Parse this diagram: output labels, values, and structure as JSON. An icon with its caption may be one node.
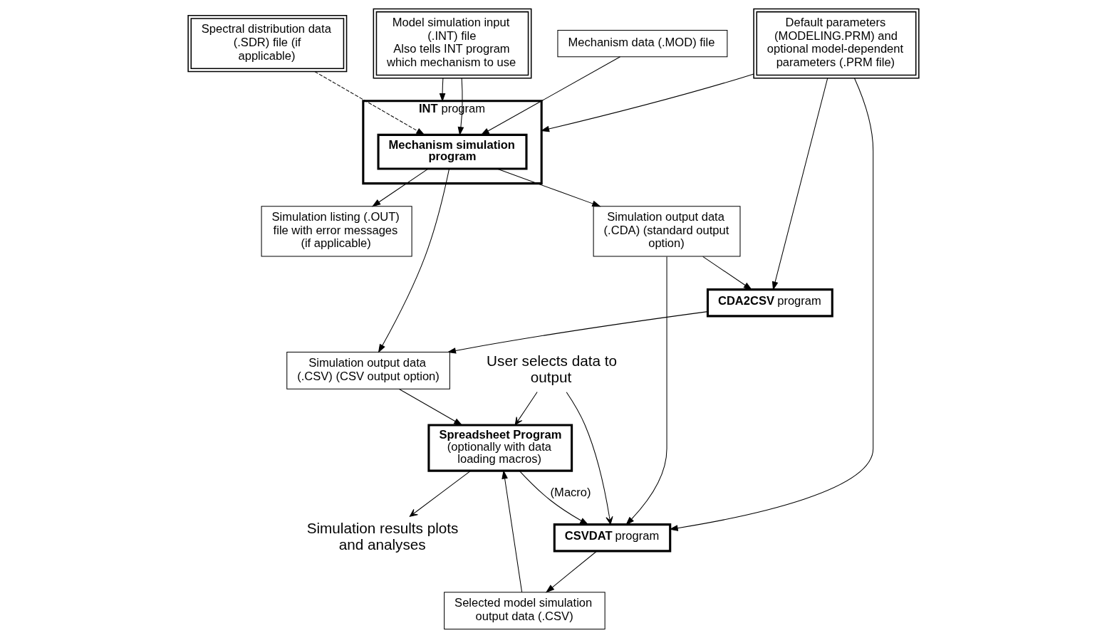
{
  "diagram": {
    "nodes": [
      {
        "text": [
          "Model simulation input (.INT) file",
          "Also tells INT program which mechanism to use"
        ]
      },
      {
        "text": [
          "**INT** program"
        ]
      },
      {
        "text": [
          "**Mechanism simulation program**"
        ],
        "in": 1
      },
      {
        "text": [
          "Mechanism data (.MOD) file"
        ]
      },
      {
        "text": [
          "Simulation listing (.OUT) file with error messages (if applicable)"
        ]
      },
      {
        "text": [
          "Spectral distribution data (.SDR) file (if applicable)"
        ]
      },
      {
        "text": [
          "Default parameters (MODELING.PRM) and optional model-dependent parameters (.PRM file)"
        ]
      },
      {
        "text": [
          "Simulation output data (.CDA) (standard output option)"
        ]
      },
      {
        "text": [
          "**CDA2CSV** program"
        ]
      },
      {
        "text": [
          "Simulation output data (.CSV) (CSV output option)"
        ]
      },
      {
        "text": [
          "User selects data to output"
        ]
      },
      {
        "text": [
          "**CSVDAT** program"
        ]
      },
      {
        "text": [
          "**Spreadsheet Program**",
          "(optionally with data loading macros)"
        ]
      },
      {
        "text": [
          "Selected model simulation output data (.CSV)"
        ]
      },
      {
        "text": [
          "Simulation results plots and analyses"
        ]
      }
    ],
    "edges": [
      {
        "from": 0,
        "to": 1,
        "arrow": "to"
      },
      {
        "from": 0,
        "to": 2,
        "arrow": "to"
      },
      {
        "from": 5,
        "to": 2,
        "arrow": "to",
        "style": "dashed"
      },
      {
        "from": 6,
        "to": 1,
        "arrow": "to"
      },
      {
        "from": 3,
        "to": 2,
        "arrow": "to"
      },
      {
        "from": 2,
        "to": 4,
        "arrow": "to"
      },
      {
        "from": 2,
        "to": 7,
        "arrow": "to"
      },
      {
        "from": 2,
        "to": 9,
        "arrow": "to"
      },
      {
        "from": 6,
        "to": 8,
        "arrow": "to"
      },
      {
        "from": 7,
        "to": 8,
        "arrow": "to"
      },
      {
        "from": 8,
        "to": 9,
        "arrow": "to"
      },
      {
        "from": 6,
        "to": 11,
        "arrow": "to"
      },
      {
        "from": 7,
        "to": 11,
        "arrow": "to"
      },
      {
        "from": 9,
        "to": 12,
        "arrow": "to"
      },
      {
        "from": 10,
        "to": 12,
        "arrow": "to"
      },
      {
        "from": 10,
        "to": 11,
        "arrow": "to"
      },
      {
        "from": 12,
        "to": 11,
        "arrow": "to",
        "label": "(Macro)"
      },
      {
        "from": 11,
        "to": 13,
        "arrow": "to"
      },
      {
        "from": 13,
        "to": 12,
        "arrow": "to"
      },
      {
        "from": 12,
        "to": 14,
        "arrow": "to"
      }
    ]
  }
}
